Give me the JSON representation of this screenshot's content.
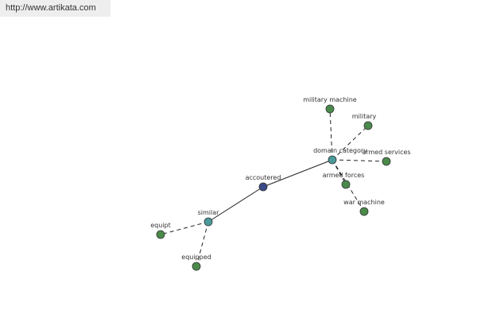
{
  "header": {
    "url": "http://www.artikata.com"
  },
  "colors": {
    "root": "#3a4a8a",
    "hub": "#4a9a9a",
    "leaf": "#4a8a4a"
  },
  "graph": {
    "nodes": [
      {
        "id": "accoutered",
        "label": "accoutered",
        "kind": "root"
      },
      {
        "id": "similar",
        "label": "similar",
        "kind": "hub"
      },
      {
        "id": "domain-category",
        "label": "domain category",
        "kind": "hub"
      },
      {
        "id": "equipt",
        "label": "equipt",
        "kind": "leaf"
      },
      {
        "id": "equipped",
        "label": "equipped",
        "kind": "leaf"
      },
      {
        "id": "military-machine",
        "label": "military machine",
        "kind": "leaf"
      },
      {
        "id": "military",
        "label": "military",
        "kind": "leaf"
      },
      {
        "id": "armed-services",
        "label": "armed services",
        "kind": "leaf"
      },
      {
        "id": "armed-forces",
        "label": "armed forces",
        "kind": "leaf"
      },
      {
        "id": "war-machine",
        "label": "war machine",
        "kind": "leaf"
      }
    ],
    "edges": [
      {
        "from": "accoutered",
        "to": "similar",
        "style": "solid"
      },
      {
        "from": "accoutered",
        "to": "domain-category",
        "style": "solid"
      },
      {
        "from": "similar",
        "to": "equipt",
        "style": "dashed"
      },
      {
        "from": "similar",
        "to": "equipped",
        "style": "dashed"
      },
      {
        "from": "domain-category",
        "to": "military-machine",
        "style": "dashed"
      },
      {
        "from": "domain-category",
        "to": "military",
        "style": "dashed"
      },
      {
        "from": "domain-category",
        "to": "armed-services",
        "style": "dashed"
      },
      {
        "from": "domain-category",
        "to": "armed-forces",
        "style": "dashed"
      },
      {
        "from": "domain-category",
        "to": "war-machine",
        "style": "dashed"
      }
    ]
  }
}
